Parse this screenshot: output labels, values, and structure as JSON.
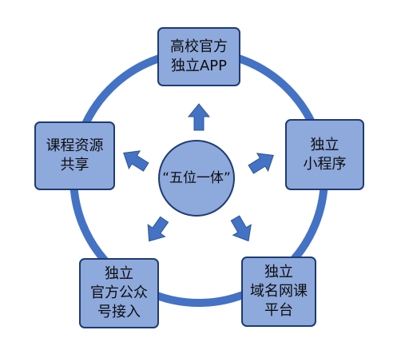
{
  "diagram": {
    "center": {
      "label": "“五位一体”"
    },
    "nodes": [
      {
        "id": "top",
        "label": "高校官方\n独立APP"
      },
      {
        "id": "right",
        "label": "独立\n小程序"
      },
      {
        "id": "bottom-right",
        "label": "独立\n域名网课\n平台"
      },
      {
        "id": "bottom-left",
        "label": "独立\n官方公众\n号接入"
      },
      {
        "id": "left",
        "label": "课程资源\n共享"
      }
    ]
  },
  "colors": {
    "ring": "#4472c4",
    "node_fill": "#8ea9dc",
    "node_border": "#1f3b73",
    "arrow": "#4472c4"
  }
}
